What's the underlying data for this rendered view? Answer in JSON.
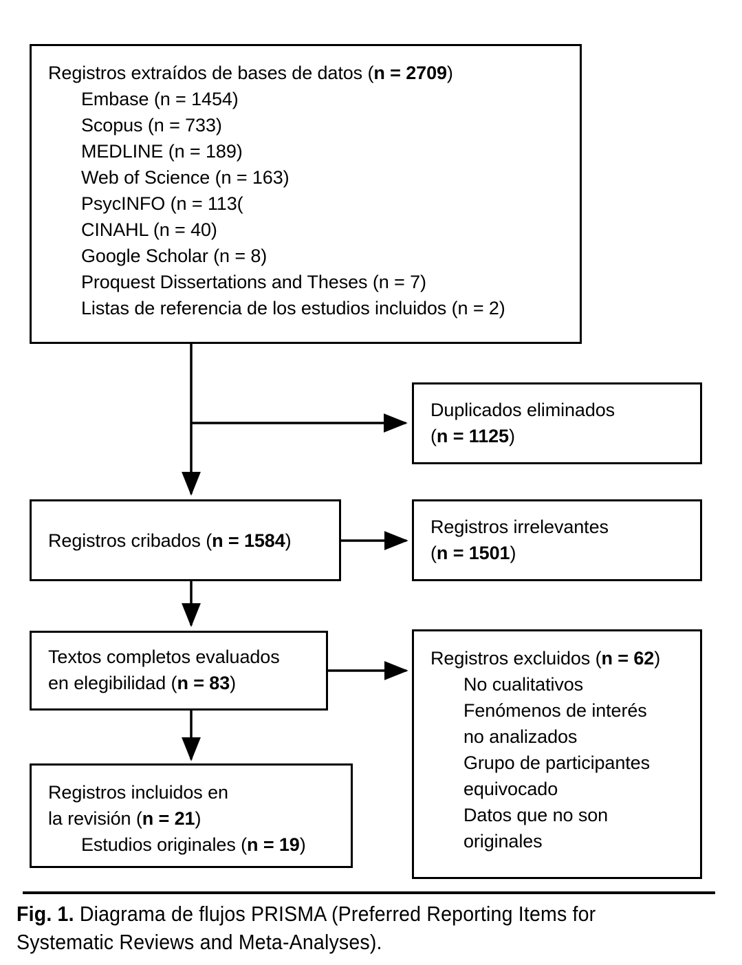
{
  "figure": {
    "caption_label": "Fig. 1.",
    "caption_text": "Diagrama de flujos PRISMA (Preferred Reporting Items for Systematic Reviews and Meta-Analyses).",
    "type": "prisma-flow-diagram",
    "language": "es",
    "colors": {
      "line": "#000000",
      "background": "#ffffff",
      "text": "#000000"
    }
  },
  "boxes": {
    "identification": {
      "title_prefix": "Registros extraídos de bases de datos (",
      "title_n_label": "n = 2709",
      "title_suffix": ")",
      "sources": [
        "Embase (n = 1454)",
        "Scopus (n = 733)",
        "MEDLINE (n = 189)",
        "Web of Science (n = 163)",
        "PsycINFO (n = 113(",
        "CINAHL (n = 40)",
        "Google Scholar (n = 8)",
        "Proquest Dissertations and Theses (n = 7)",
        "Listas de referencia de los estudios incluidos (n = 2)"
      ]
    },
    "duplicates_removed": {
      "line1": "Duplicados eliminados",
      "line2_prefix": "(",
      "line2_n_label": "n = 1125",
      "line2_suffix": ")"
    },
    "screened": {
      "line1_prefix": "Registros cribados (",
      "line1_n_label": "n = 1584",
      "line1_suffix": ")"
    },
    "irrelevant": {
      "line1": "Registros irrelevantes",
      "line2_prefix": "(",
      "line2_n_label": "n = 1501",
      "line2_suffix": ")"
    },
    "full_text_assessed": {
      "line1": "Textos completos evaluados",
      "line2_prefix": "en elegibilidad (",
      "line2_n_label": "n = 83",
      "line2_suffix": ")"
    },
    "excluded": {
      "title_prefix": "Registros excluidos (",
      "title_n_label": "n = 62",
      "title_suffix": ")",
      "reasons": [
        "No cualitativos",
        "Fenómenos de interés",
        "no analizados",
        "Grupo de participantes",
        "equivocado",
        "Datos que no son",
        "originales"
      ]
    },
    "included": {
      "line1": "Registros incluidos en",
      "line2_prefix": "la revisión (",
      "line2_n_label": "n = 21",
      "line2_suffix": ")",
      "line3_prefix": "Estudios originales (",
      "line3_n_label": "n = 19",
      "line3_suffix": ")"
    }
  },
  "chart_data": {
    "type": "diagram",
    "title": "Diagrama de flujos PRISMA",
    "nodes": [
      {
        "id": "identification",
        "label": "Registros extraídos de bases de datos",
        "n": 2709,
        "breakdown": [
          {
            "source": "Embase",
            "n": 1454
          },
          {
            "source": "Scopus",
            "n": 733
          },
          {
            "source": "MEDLINE",
            "n": 189
          },
          {
            "source": "Web of Science",
            "n": 163
          },
          {
            "source": "PsycINFO",
            "n": 113
          },
          {
            "source": "CINAHL",
            "n": 40
          },
          {
            "source": "Google Scholar",
            "n": 8
          },
          {
            "source": "Proquest Dissertations and Theses",
            "n": 7
          },
          {
            "source": "Listas de referencia de los estudios incluidos",
            "n": 2
          }
        ]
      },
      {
        "id": "duplicates_removed",
        "label": "Duplicados eliminados",
        "n": 1125
      },
      {
        "id": "screened",
        "label": "Registros cribados",
        "n": 1584
      },
      {
        "id": "irrelevant",
        "label": "Registros irrelevantes",
        "n": 1501
      },
      {
        "id": "full_text_assessed",
        "label": "Textos completos evaluados en elegibilidad",
        "n": 83
      },
      {
        "id": "excluded",
        "label": "Registros excluidos",
        "n": 62,
        "reasons": [
          "No cualitativos",
          "Fenómenos de interés no analizados",
          "Grupo de participantes equivocado",
          "Datos que no son originales"
        ]
      },
      {
        "id": "included",
        "label": "Registros incluidos en la revisión",
        "n": 21,
        "breakdown": [
          {
            "source": "Estudios originales",
            "n": 19
          }
        ]
      }
    ],
    "edges": [
      {
        "from": "identification",
        "to": "duplicates_removed",
        "direction": "right"
      },
      {
        "from": "identification",
        "to": "screened",
        "direction": "down"
      },
      {
        "from": "screened",
        "to": "irrelevant",
        "direction": "right"
      },
      {
        "from": "screened",
        "to": "full_text_assessed",
        "direction": "down"
      },
      {
        "from": "full_text_assessed",
        "to": "excluded",
        "direction": "right"
      },
      {
        "from": "full_text_assessed",
        "to": "included",
        "direction": "down"
      }
    ]
  }
}
